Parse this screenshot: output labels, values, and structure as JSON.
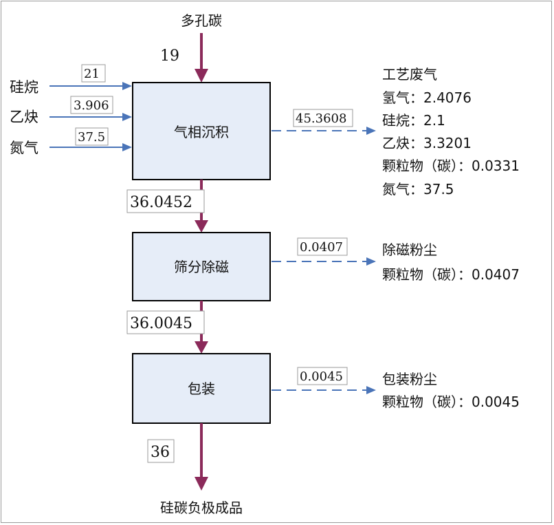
{
  "top_input": {
    "label": "多孔碳",
    "value": "19"
  },
  "side_inputs": [
    {
      "label": "硅烷",
      "value": "21"
    },
    {
      "label": "乙炔",
      "value": "3.906"
    },
    {
      "label": "氮气",
      "value": "37.5"
    }
  ],
  "steps": [
    {
      "label": "气相沉积",
      "out_value": "36.0452"
    },
    {
      "label": "筛分除磁",
      "out_value": "36.0045"
    },
    {
      "label": "包装",
      "out_value": "36"
    }
  ],
  "emissions": [
    {
      "value": "45.3608",
      "title": "工艺废气",
      "items": [
        {
          "name": "氢气：",
          "value": "2.4076"
        },
        {
          "name": "硅烷：",
          "value": "2.1"
        },
        {
          "name": "乙炔：",
          "value": "3.3201"
        },
        {
          "name": "颗粒物（碳）：",
          "value": "0.0331"
        },
        {
          "name": "氮气：",
          "value": "37.5"
        }
      ]
    },
    {
      "value": "0.0407",
      "title": "除磁粉尘",
      "items": [
        {
          "name": "颗粒物（碳）：",
          "value": "0.0407"
        }
      ]
    },
    {
      "value": "0.0045",
      "title": "包装粉尘",
      "items": [
        {
          "name": "颗粒物（碳）：",
          "value": "0.0045"
        }
      ]
    }
  ],
  "final_output": {
    "label": "硅碳负极成品"
  },
  "colors": {
    "main_flow": "#8b2a5a",
    "side_flow": "#4a74b8",
    "box_fill": "#e6edf8"
  }
}
